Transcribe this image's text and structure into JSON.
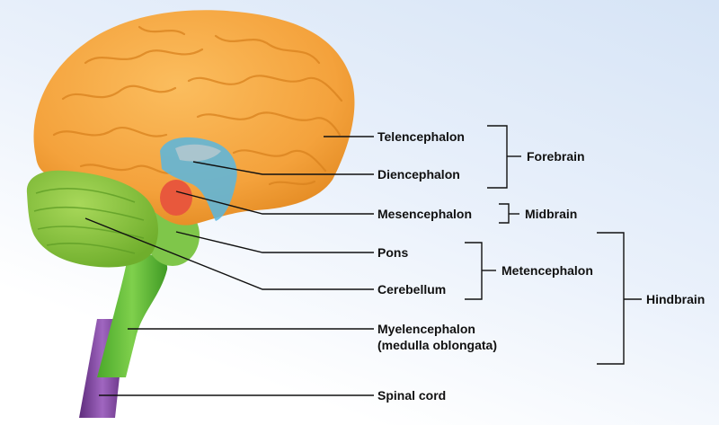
{
  "labels": {
    "telencephalon": "Telencephalon",
    "diencephalon": "Diencephalon",
    "mesencephalon": "Mesencephalon",
    "pons": "Pons",
    "cerebellum": "Cerebellum",
    "myelencephalon_line1": "Myelencephalon",
    "myelencephalon_line2": "(medulla oblongata)",
    "spinal_cord": "Spinal cord"
  },
  "groups": {
    "forebrain": "Forebrain",
    "midbrain": "Midbrain",
    "metencephalon": "Metencephalon",
    "hindbrain": "Hindbrain"
  },
  "colors": {
    "cerebrum": "#f4a23c",
    "diencephalon": "#58b6e0",
    "midbrain": "#e8583c",
    "cerebellum": "#8cc63f",
    "pons_medulla": "#5dbb3a",
    "spinal_cord": "#7c3f98",
    "leader_line": "#111111"
  }
}
